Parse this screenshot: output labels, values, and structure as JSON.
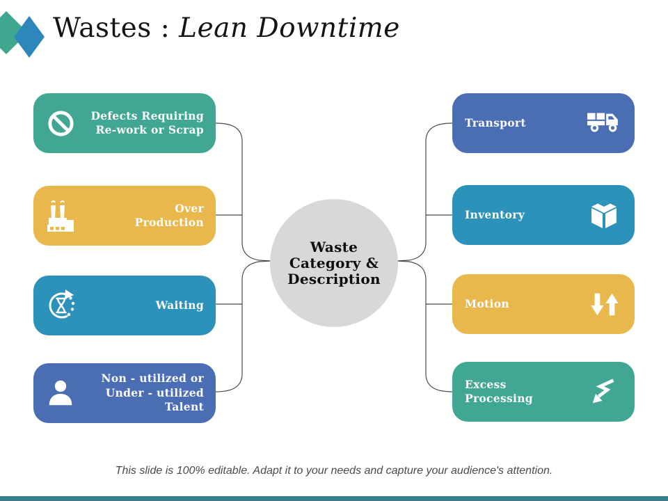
{
  "title": {
    "regular": "Wastes : ",
    "italic": "Lean Downtime"
  },
  "center": {
    "line1": "Waste",
    "line2": "Category &",
    "line3": "Description"
  },
  "left_items": [
    {
      "label": "Defects Requiring\nRe-work or Scrap",
      "icon": "no-entry-icon",
      "color": "#41A794"
    },
    {
      "label": "Over\nProduction",
      "icon": "factory-icon",
      "color": "#E8B84D"
    },
    {
      "label": "Waiting",
      "icon": "hourglass-cycle-icon",
      "color": "#2C92B9"
    },
    {
      "label": "Non - utilized or\nUnder - utilized\nTalent",
      "icon": "person-icon",
      "color": "#4B6DB4"
    }
  ],
  "right_items": [
    {
      "label": "Transport",
      "icon": "truck-icon",
      "color": "#4B6DB4"
    },
    {
      "label": "Inventory",
      "icon": "package-icon",
      "color": "#2C92B9"
    },
    {
      "label": "Motion",
      "icon": "up-down-arrows-icon",
      "color": "#E8B84D"
    },
    {
      "label": "Excess\nProcessing",
      "icon": "lightning-arrow-icon",
      "color": "#41A794"
    }
  ],
  "footer": {
    "note": "This slide is 100% editable. Adapt it to your needs and capture your audience's attention."
  },
  "colors": {
    "teal": "#41A794",
    "gold": "#E8B84D",
    "blue": "#2C92B9",
    "indigo": "#4B6DB4",
    "circle_gray": "#D8D8D8",
    "connector": "#4a4a4a",
    "bottom_bar": "#3C7E8F",
    "logo_green": "#3FA78F",
    "logo_blue": "#2E87BB"
  }
}
